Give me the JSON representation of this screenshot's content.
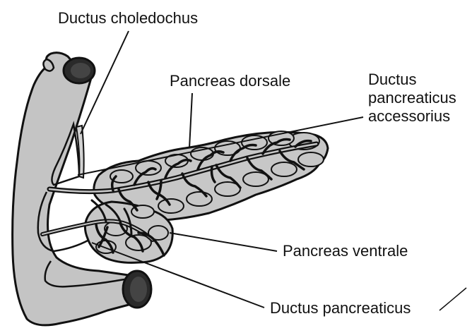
{
  "labels": {
    "ductus_choledochus": "Ductus choledochus",
    "pancreas_dorsale": "Pancreas dorsale",
    "ductus_pancreaticus_accessorius": [
      "Ductus",
      "pancreaticus",
      "accessorius"
    ],
    "pancreas_ventrale": "Pancreas ventrale",
    "ductus_pancreaticus": "Ductus pancreaticus"
  },
  "colors": {
    "tissue_fill": "#c7c7c7",
    "duodenum_fill": "#c4c4c4",
    "outline": "#111111",
    "lumen": "#2a2a2a",
    "background": "#ffffff"
  }
}
